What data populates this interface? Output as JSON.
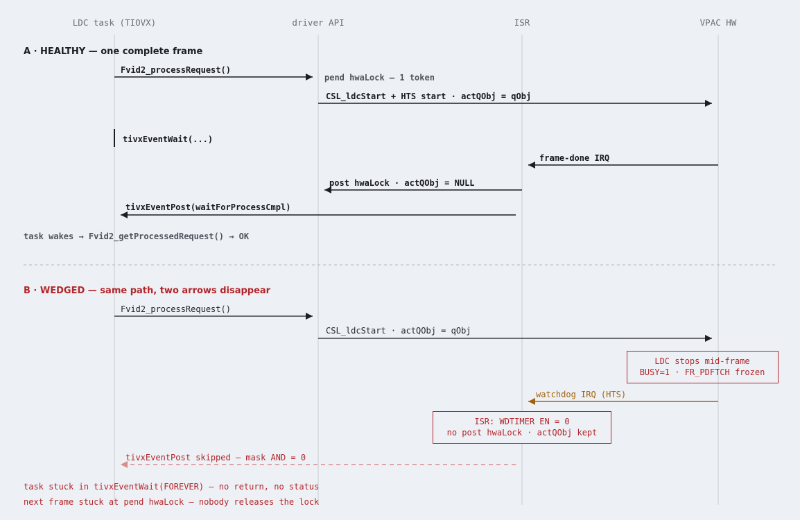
{
  "lanes": [
    {
      "id": "task",
      "label": "LDC task (TIOVX)"
    },
    {
      "id": "drv",
      "label": "driver API"
    },
    {
      "id": "isr",
      "label": "ISR"
    },
    {
      "id": "hw",
      "label": "VPAC HW"
    }
  ],
  "sectionA": {
    "title": "A · HEALTHY — one complete frame",
    "messages": [
      {
        "label": "Fvid2_processRequest()"
      },
      {
        "label": "CSL_ldcStart + HTS start · actQObj = qObj"
      },
      {
        "label": "frame-done IRQ"
      },
      {
        "label": "post hwaLock · actQObj = NULL"
      },
      {
        "label": "tivxEventPost(waitForProcessCmpl)"
      }
    ],
    "note_pend": "pend hwaLock — 1 token",
    "note_wait": "tivxEventWait(...)",
    "footer": "task wakes → Fvid2_getProcessedRequest() → OK"
  },
  "sectionB": {
    "title": "B · WEDGED — same path, two arrows disappear",
    "messages": [
      {
        "label": "Fvid2_processRequest()"
      },
      {
        "label": "CSL_ldcStart · actQObj = qObj"
      },
      {
        "label": "watchdog IRQ (HTS)"
      },
      {
        "label": "tivxEventPost skipped — mask AND = 0"
      }
    ],
    "box_hw": [
      "LDC stops mid-frame",
      "BUSY=1 · FR_PDFTCH frozen"
    ],
    "box_isr": [
      "ISR: WDTIMER EN = 0",
      "no post hwaLock · actQObj kept"
    ],
    "footer": [
      "task stuck in tivxEventWait(FOREVER) — no return, no status",
      "next frame stuck at pend hwaLock — nobody releases the lock"
    ]
  },
  "colors": {
    "arrow": "#1b1e23",
    "warn": "#a2620b",
    "failed": "#d98c8c",
    "alert": "#b3262a",
    "lifeline": "#c6cad0"
  }
}
